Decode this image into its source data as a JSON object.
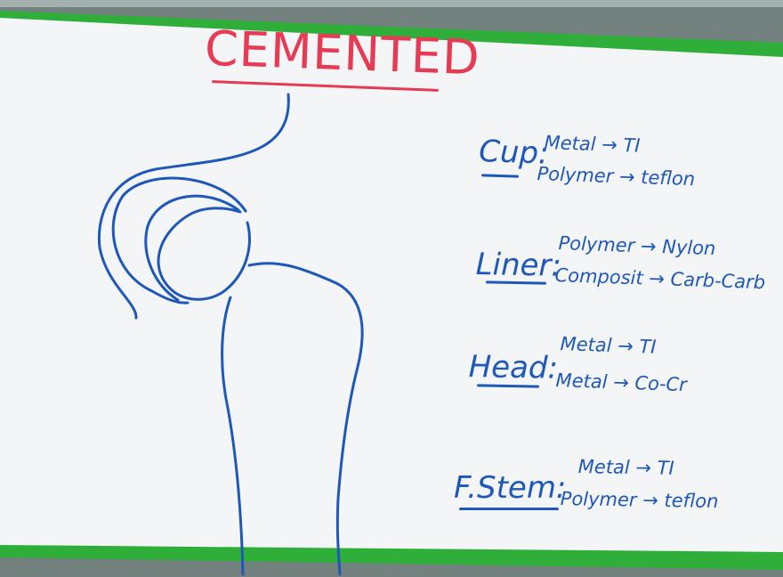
{
  "board": {
    "title": "CEMENTED",
    "colors": {
      "frame": "#2fae3a",
      "board": "#f3f5f7",
      "title_marker": "#e63a55",
      "body_marker": "#1f58b8"
    },
    "sections": [
      {
        "label": "Cup:",
        "lines": [
          "Metal → TI",
          "Polymer → teflon"
        ]
      },
      {
        "label": "Liner:",
        "lines": [
          "Polymer → Nylon",
          "Composit → Carb-Carb"
        ]
      },
      {
        "label": "Head:",
        "lines": [
          "Metal → TI",
          "Metal → Co-Cr"
        ]
      },
      {
        "label": "F.Stem:",
        "lines": [
          "Metal → TI",
          "Polymer → teflon"
        ]
      }
    ]
  }
}
